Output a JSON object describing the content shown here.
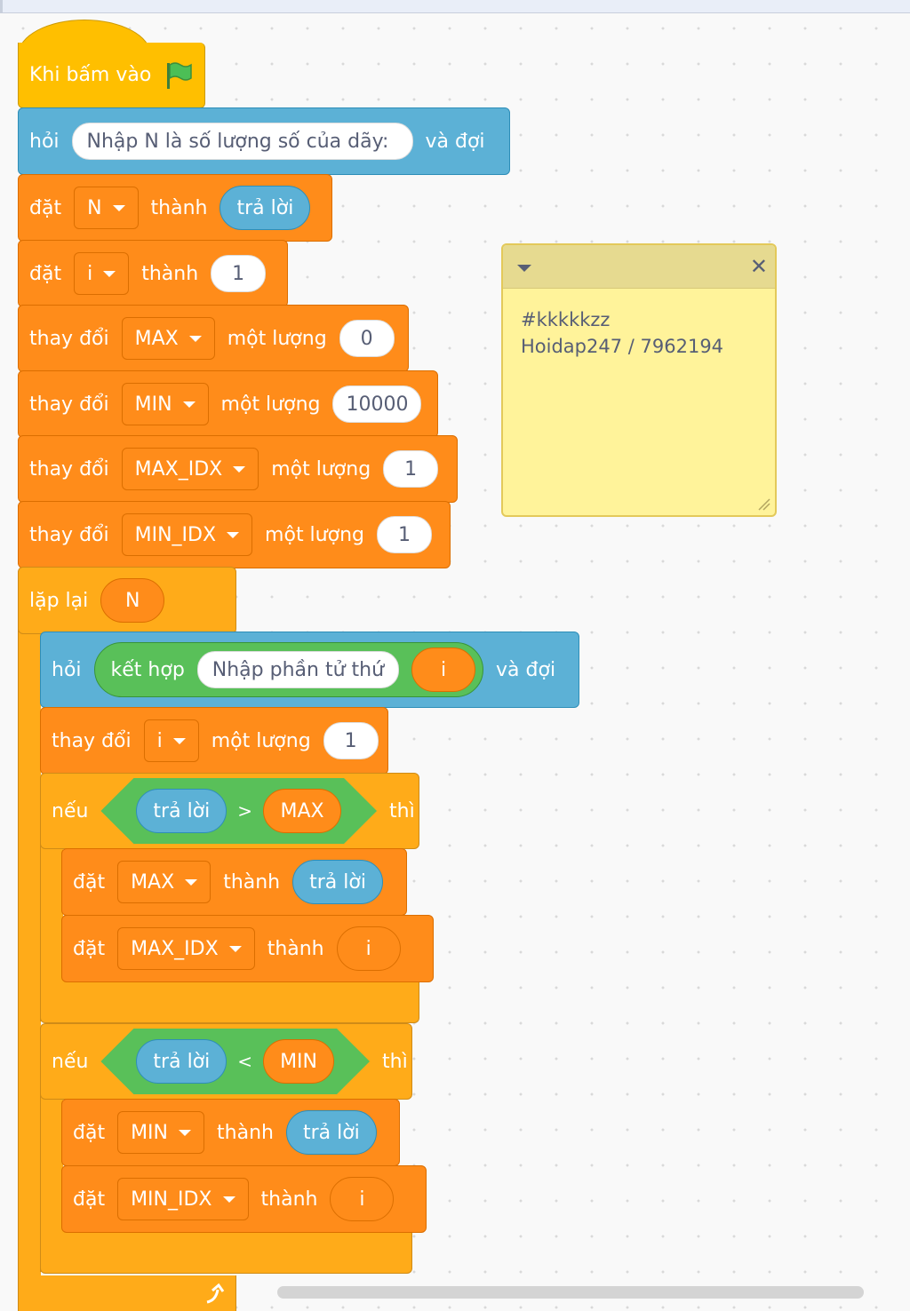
{
  "hat": {
    "label": "Khi bấm vào"
  },
  "ask1": {
    "label": "hỏi",
    "prompt": "Nhập N là số lượng số của dãy:",
    "suffix": "và đợi"
  },
  "set_n": {
    "label": "đặt",
    "var": "N",
    "to": "thành",
    "value": "trả lời"
  },
  "set_i": {
    "label": "đặt",
    "var": "i",
    "to": "thành",
    "value": "1"
  },
  "chg_max": {
    "label": "thay đổi",
    "var": "MAX",
    "by": "một lượng",
    "value": "0"
  },
  "chg_min": {
    "label": "thay đổi",
    "var": "MIN",
    "by": "một lượng",
    "value": "10000"
  },
  "chg_maxidx": {
    "label": "thay đổi",
    "var": "MAX_IDX",
    "by": "một lượng",
    "value": "1"
  },
  "chg_minidx": {
    "label": "thay đổi",
    "var": "MIN_IDX",
    "by": "một lượng",
    "value": "1"
  },
  "repeat": {
    "label": "lặp lại",
    "value": "N"
  },
  "ask2": {
    "label": "hỏi",
    "join": "kết hợp",
    "text": "Nhập phần tử thứ",
    "var": "i",
    "suffix": "và đợi"
  },
  "chg_i": {
    "label": "thay đổi",
    "var": "i",
    "by": "một lượng",
    "value": "1"
  },
  "if1": {
    "label": "nếu",
    "left": "trả lời",
    "op": ">",
    "right": "MAX",
    "then": "thì"
  },
  "set_max": {
    "label": "đặt",
    "var": "MAX",
    "to": "thành",
    "value": "trả lời"
  },
  "set_maxidx": {
    "label": "đặt",
    "var": "MAX_IDX",
    "to": "thành",
    "value": "i"
  },
  "if2": {
    "label": "nếu",
    "left": "trả lời",
    "op": "<",
    "right": "MIN",
    "then": "thì"
  },
  "set_min": {
    "label": "đặt",
    "var": "MIN",
    "to": "thành",
    "value": "trả lời"
  },
  "set_minidx": {
    "label": "đặt",
    "var": "MIN_IDX",
    "to": "thành",
    "value": "i"
  },
  "note": {
    "line1": "#kkkkkzz",
    "line2": "Hoidap247 / 7962194",
    "close": "✕"
  },
  "colors": {
    "motion": "#5cb1d6",
    "variables": "#ff8c1a",
    "control": "#ffab19",
    "events": "#ffbf00",
    "operators": "#59c059",
    "note": "#fff39a"
  }
}
